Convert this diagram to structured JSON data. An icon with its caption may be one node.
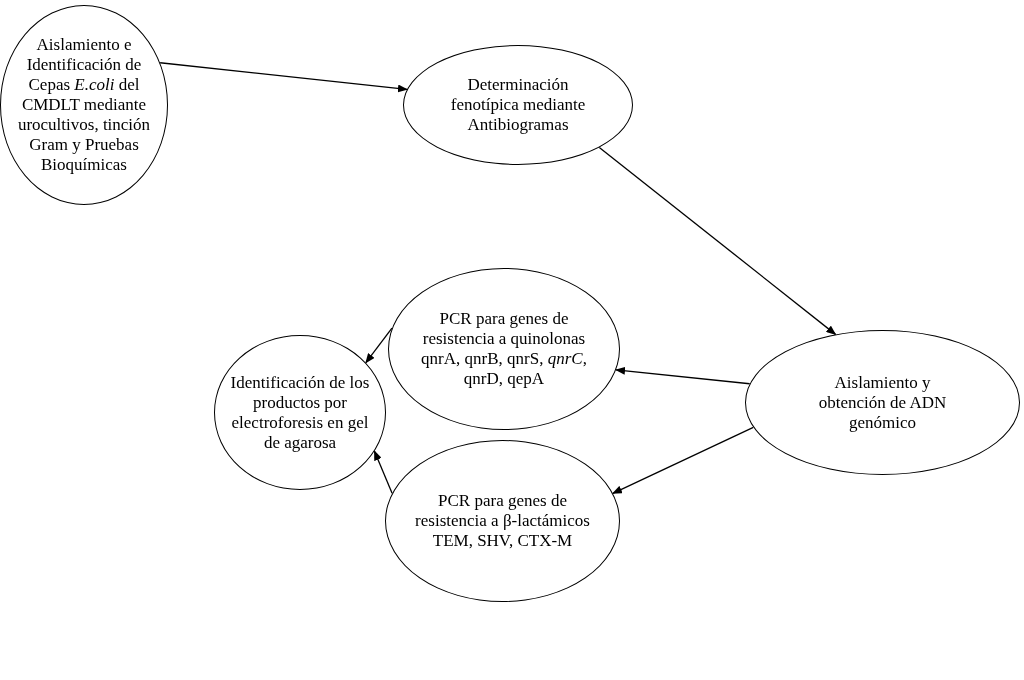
{
  "diagram": {
    "nodes": [
      {
        "text": [
          "Aislamiento e Identificación de Cepas *E.coli* del CMDLT mediante urocultivos, tinción Gram y Pruebas Bioquímicas"
        ]
      },
      {
        "text": [
          "Determinación fenotípica mediante Antibiogramas"
        ]
      },
      {
        "text": [
          "Aislamiento y obtención de ADN genómico"
        ]
      },
      {
        "text": [
          "PCR para genes de resistencia a quinolonas qnrA, qnrB, qnrS, *qnrC*, qnrD, qepA"
        ]
      },
      {
        "text": [
          "Identificación de los productos por electroforesis en gel de agarosa"
        ]
      },
      {
        "text": [
          "PCR para genes de resistencia a β-lactámicos TEM, SHV, CTX-M"
        ]
      }
    ],
    "edges": [
      {
        "from": 0,
        "to": 1,
        "arrow": "to"
      },
      {
        "from": 1,
        "to": 2,
        "arrow": "to"
      },
      {
        "from": 2,
        "to": 3,
        "arrow": "to"
      },
      {
        "from": 2,
        "to": 5,
        "arrow": "to"
      },
      {
        "from": 3,
        "to": 4,
        "arrow": "to"
      },
      {
        "from": 5,
        "to": 4,
        "arrow": "to"
      }
    ]
  }
}
